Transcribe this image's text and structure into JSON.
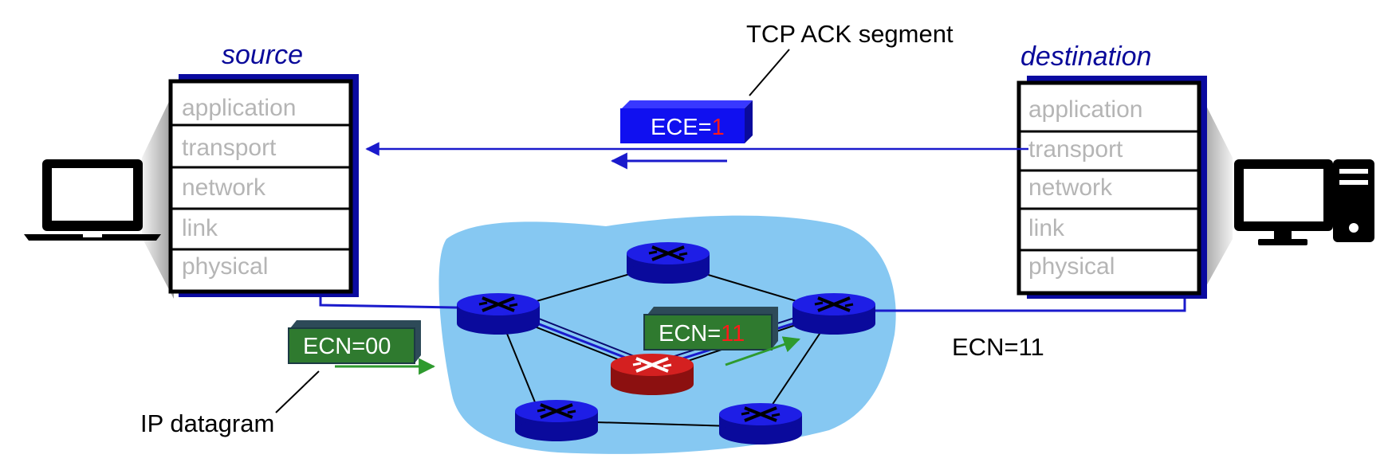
{
  "source": {
    "title": "source",
    "layers": [
      "application",
      "transport",
      "network",
      "link",
      "physical"
    ]
  },
  "destination": {
    "title": "destination",
    "layers": [
      "application",
      "transport",
      "network",
      "link",
      "physical"
    ]
  },
  "tcp_ack": {
    "caption": "TCP ACK segment",
    "field": "ECE=",
    "value": "1"
  },
  "ip_datagram": {
    "caption": "IP datagram",
    "field": "ECN=",
    "value": "00"
  },
  "marked_packet": {
    "field": "ECN=",
    "value": "11"
  },
  "ecn_note": "ECN=11",
  "colors": {
    "host_stack_blue": "#0a0aa0",
    "path_blue": "#1a1acc",
    "network_cloud": "#86c8f2",
    "router_blue": "#1414d8",
    "congested_router_red": "#d42020",
    "packet_green": "#2f7a2f",
    "packet_blue": "#1010f0",
    "ecn_marked_red": "#ff1a1a"
  },
  "icons": [
    "laptop-icon",
    "desktop-computer-icon",
    "router-icon"
  ]
}
